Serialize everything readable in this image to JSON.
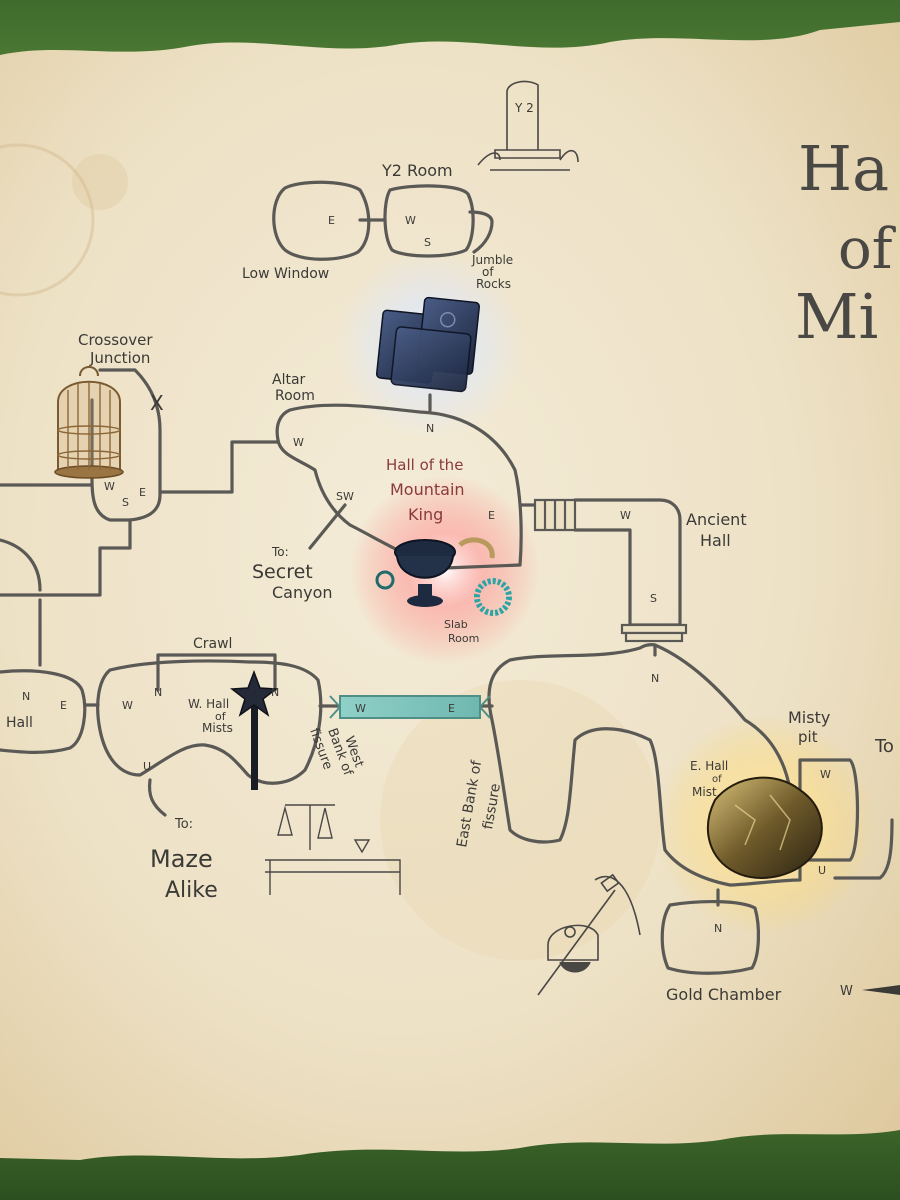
{
  "map": {
    "title_line1": "Ha",
    "title_line2": "of",
    "title_line3": "Mi",
    "rooms": {
      "y2_room": "Y2 Room",
      "low_window": "Low Window",
      "jumble_1": "Jumble",
      "jumble_2": "of",
      "jumble_3": "Rocks",
      "crossover_1": "Crossover",
      "crossover_2": "Junction",
      "altar_1": "Altar",
      "altar_2": "Room",
      "mountain_king_1": "Hall of the",
      "mountain_king_2": "Mountain",
      "mountain_king_3": "King",
      "secret_to": "To:",
      "secret_1": "Secret",
      "secret_2": "Canyon",
      "ancient_1": "Ancient",
      "ancient_2": "Hall",
      "crawl": "Crawl",
      "w_hall_1": "W. Hall",
      "w_hall_2": "of",
      "w_hall_3": "Mists",
      "hall": "Hall",
      "west_bank_1": "West",
      "west_bank_2": "Bank of",
      "west_bank_3": "fissure",
      "east_bank_1": "East Bank of",
      "east_bank_2": "fissure",
      "maze_to": "To:",
      "maze_1": "Maze",
      "maze_2": "Alike",
      "e_hall_1": "E. Hall",
      "e_hall_2": "of",
      "e_hall_3": "Mist",
      "misty_1": "Misty",
      "misty_2": "pit",
      "gold_chamber": "Gold Chamber",
      "slab_1": "Slab",
      "slab_2": "Room",
      "x_mark": "X",
      "to_edge": "To",
      "tablet": "Y 2"
    },
    "directions": {
      "e": "E",
      "w": "W",
      "n": "N",
      "s": "S",
      "u": "U",
      "sw": "SW"
    },
    "icons": [
      "silver-bars-icon",
      "birdcage-icon",
      "jeweled-pot-icon",
      "black-rod-icon",
      "gold-nugget-icon",
      "pickaxe-helmet-icon",
      "scales-icon",
      "y2-tablet-icon",
      "compass-icon"
    ],
    "colors": {
      "parchment": "#efe4cc",
      "ink": "#4a4845",
      "fissure": "#7fc4bc",
      "glow_red": "#ff6f6f",
      "glow_gold": "#ffd45a",
      "glow_blue": "#c9dcff"
    }
  }
}
